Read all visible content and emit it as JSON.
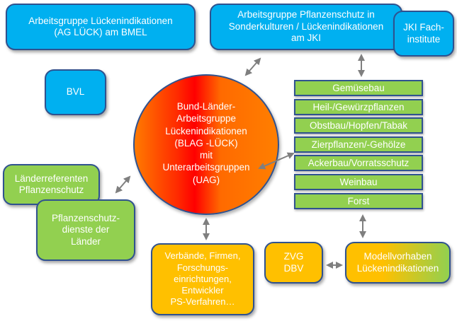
{
  "nodes": {
    "ag_lueck": "Arbeitsgruppe Lückenindikationen\n(AG LÜCK) am BMEL",
    "ag_jki": "Arbeitsgruppe Pflanzenschutz in\nSonderkulturen / Lückenindikationen\nam JKI",
    "jki_fachinstitute": "JKI Fach-\ninstitute",
    "bvl": "BVL",
    "blag": "Bund-Länder-\nArbeitsgruppe\nLückenindikationen\n(BLAG -LÜCK)\nmit\nUnterarbeitsgruppen\n(UAG)",
    "laenderreferenten": "Länderreferenten\nPflanzenschutz",
    "pflanzenschutzdienste": "Pflanzenschutz-\ndienste der\nLänder",
    "verbaende": "Verbände, Firmen,\nForschungs-\neinrichtungen,\nEntwickler\nPS-Verfahren…",
    "zvg_dbv": "ZVG\nDBV",
    "modellvorhaben": "Modellvorhaben\nLückenindikationen"
  },
  "crop_groups": [
    "Gemüsebau",
    "Heil-/Gewürzpflanzen",
    "Obstbau/Hopfen/Tabak",
    "Zierpflanzen/-Gehölze",
    "Ackerbau/Vorratsschutz",
    "Weinbau",
    "Forst"
  ],
  "colors": {
    "blue": "#00b0f0",
    "green": "#92d050",
    "orange": "#ffc000",
    "red": "#ff0000",
    "border": "#2f528f",
    "arrow": "#7f7f7f"
  },
  "connections": [
    {
      "from": "blag",
      "to": "ag_jki",
      "type": "bidirectional"
    },
    {
      "from": "ag_jki",
      "to": "crop_groups",
      "type": "bidirectional"
    },
    {
      "from": "blag",
      "to": "crop_groups",
      "type": "bidirectional"
    },
    {
      "from": "blag",
      "to": "laenderreferenten",
      "type": "bidirectional"
    },
    {
      "from": "blag",
      "to": "verbaende",
      "type": "bidirectional"
    },
    {
      "from": "crop_groups",
      "to": "modellvorhaben",
      "type": "bidirectional"
    },
    {
      "from": "zvg_dbv",
      "to": "modellvorhaben",
      "type": "bidirectional"
    }
  ]
}
